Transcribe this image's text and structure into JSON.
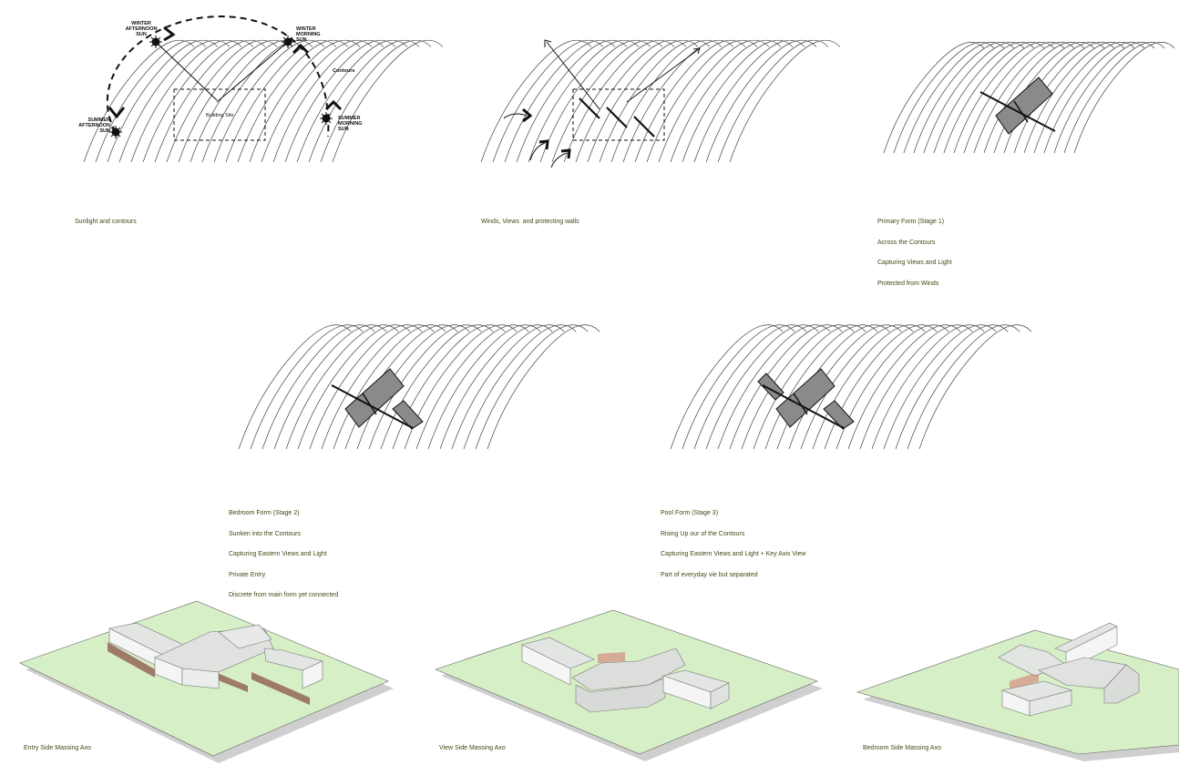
{
  "panels": {
    "sunlight": {
      "caption": [
        "Sunlight and contours"
      ],
      "labels": {
        "winter_afternoon": [
          "WINTER",
          "AFTERNOON",
          "SUN"
        ],
        "winter_morning": [
          "WINTER",
          "MORNING",
          "SUN"
        ],
        "summer_afternoon": [
          "SUMMER",
          "AFTERNOON",
          "SUN"
        ],
        "summer_morning": [
          "SUMMER",
          "MORNING",
          "SUN"
        ],
        "contours": "Contours",
        "site": "Building Site"
      }
    },
    "winds": {
      "caption": [
        "Winds, Views  and protecting walls"
      ]
    },
    "primary": {
      "caption": [
        "Primary Form (Stage 1)",
        "Across the Contours",
        "Capturing Views and Light",
        "Protected from Winds"
      ]
    },
    "bedroom": {
      "caption": [
        "Bedroom Form (Stage 2)",
        "Sunken into the Contours",
        "Capturing Eastern Views and Light",
        "Private Entry",
        "Discrete from main form yet connected"
      ]
    },
    "pool": {
      "caption": [
        "Pool Form (Stage 3)",
        "Rising Up our of the Contours",
        "Capturing Eastern Views and Light + Key Axis View",
        "Part of everyday vie but separated"
      ]
    },
    "axo_entry": {
      "caption": [
        "Entry Side Massing Axo"
      ]
    },
    "axo_view": {
      "caption": [
        "View Side Massing Axo"
      ]
    },
    "axo_bedroom": {
      "caption": [
        "Bedroom Side Massing Axo"
      ]
    }
  },
  "colors": {
    "caption": "#3d4a12",
    "mass_fill": "#8a8a8a",
    "ground": "#d6efc6",
    "shadow": "#c8c8c8",
    "roof": "#e3e5e3",
    "wall_dark": "#9e7a6a"
  }
}
